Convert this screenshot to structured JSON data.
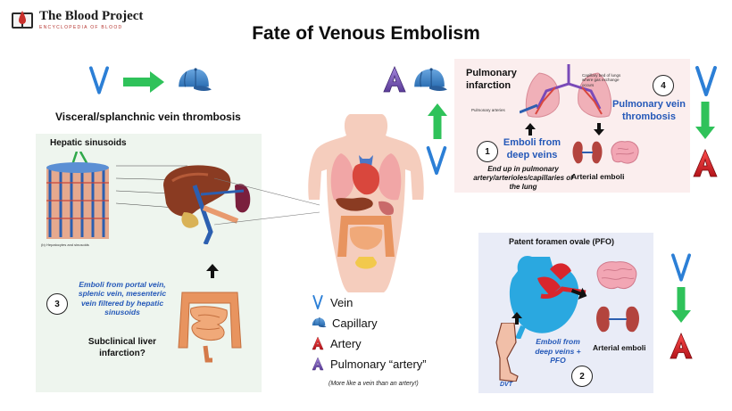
{
  "header": {
    "logo_name": "The Blood Project",
    "logo_subtitle": "ENCYCLOPEDIA OF BLOOD",
    "title": "Fate of Venous Embolism"
  },
  "symbols": {
    "vein_letter": "V",
    "artery_letter": "A",
    "pulmonary_letter": "A"
  },
  "visceral": {
    "heading": "Visceral/splanchnic vein thrombosis",
    "panel_title": "Hepatic sinusoids",
    "step_number": "3",
    "emboli_text": "Emboli from portal vein, splenic vein, mesenteric vein filtered by hepatic sinusoids",
    "outcome": "Subclinical liver infarction?"
  },
  "pulmonary": {
    "title": "Pulmonary infarction",
    "step_number": "1",
    "emboli_text": "Emboli from deep veins",
    "end_up_text": "End up in pulmonary artery/arterioles/capillaries of the lung",
    "lung_label_capillary": "Capillary bed of lungs where gas exchange occurs",
    "lung_label_arteries": "Pulmonary arteries"
  },
  "pulmonary_vein": {
    "step_number": "4",
    "text": "Pulmonary vein thrombosis",
    "arterial_emboli": "Arterial emboli"
  },
  "pfo": {
    "title": "Patent foramen ovale (PFO)",
    "step_number": "2",
    "emboli_text": "Emboli from deep veins + PFO",
    "dvt_label": "DVT",
    "arterial_emboli": "Arterial emboli"
  },
  "legend": {
    "items": [
      {
        "label": "Vein"
      },
      {
        "label": "Capillary"
      },
      {
        "label": "Artery"
      },
      {
        "label": "Pulmonary “artery”"
      }
    ],
    "note": "(More like a vein than an artery!)"
  },
  "colors": {
    "vein_blue": "#2c7fd6",
    "capillary_blue": "#3a84c7",
    "artery_red": "#d8262d",
    "pulmonary_purple": "#7e59b8",
    "arrow_green": "#2fc25a",
    "text_blue": "#2458b8"
  },
  "icons": {
    "vein": "vein-icon",
    "capillary": "capillary-cap-icon",
    "artery": "artery-icon",
    "pulmonary_artery": "pulmonary-artery-icon"
  }
}
